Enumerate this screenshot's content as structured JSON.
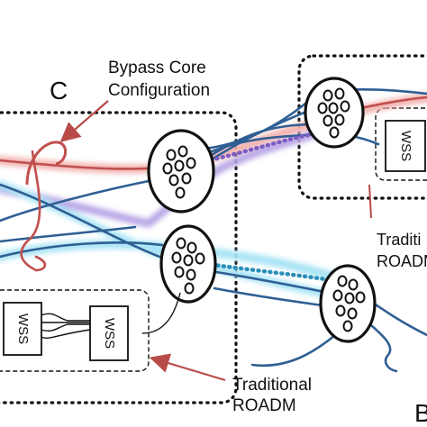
{
  "labels": {
    "node_c": "C",
    "node_b": "B",
    "bypass_line1": "Bypass Core",
    "bypass_line2": "Configuration",
    "trad_bottom_line1": "Traditional",
    "trad_bottom_line2": "ROADM",
    "trad_right_line1": "Traditi",
    "trad_right_line2": "ROADM",
    "wss_a": "WSS",
    "wss_b": "WSS",
    "wss_c": "WSS"
  },
  "colors": {
    "fiber_blue": "#2f5f93",
    "fiber_red": "#c0504d",
    "glow_red": "#f2b3b0",
    "glow_blue": "#a8e4f5",
    "glow_purple": "#b9a6e6",
    "annotation_arrow": "#b84b48",
    "outline": "#111111"
  }
}
